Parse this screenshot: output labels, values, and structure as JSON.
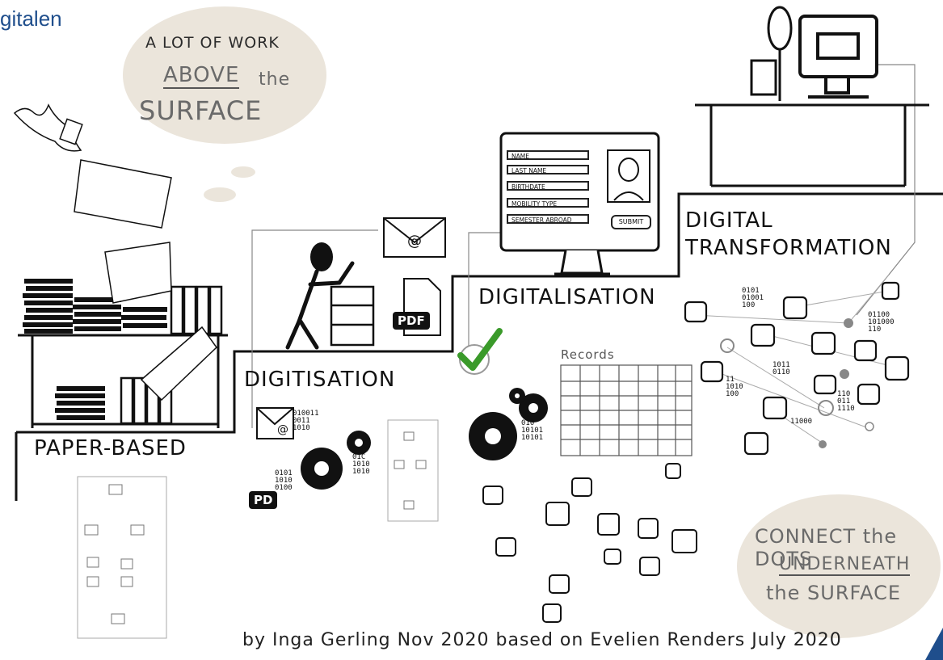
{
  "header": {
    "title_fragment": "gitalen"
  },
  "thought_above": {
    "line1": "A LOT OF WORK",
    "line2": "ABOVE",
    "line2b": "the",
    "line3": "SURFACE"
  },
  "thought_below": {
    "line1": "CONNECT the DOTS",
    "line2": "UNDERNEATH",
    "line3": "the SURFACE"
  },
  "stages": {
    "paper": "PAPER-BASED",
    "digitisation": "DIGITISATION",
    "digitalisation": "DIGITALISATION",
    "transformation_1": "DIGITAL",
    "transformation_2": "TRANSFORMATION"
  },
  "form": {
    "fields": [
      "NAME",
      "LAST NAME",
      "BIRTHDATE",
      "MOBILITY TYPE",
      "SEMESTER ABROAD"
    ],
    "submit": "SUBMIT"
  },
  "records": {
    "title": "Records"
  },
  "pdf_labels": {
    "pdf_large": "PDF",
    "pdf_small": "PD"
  },
  "binary": {
    "b1": "0101\n01001\n100",
    "b2": "01100\n101000\n110",
    "b3": "1011\n0110",
    "b4": "11\n1010\n100",
    "b5": "110\n011\n1110",
    "b6": "11000",
    "b7": "010\n10101\n10101",
    "b8": "010011\n0011\n1010",
    "b9": "01C\n1010\n1010",
    "b10": "0101\n1010\n0100"
  },
  "credit": "by Inga Gerling Nov 2020 based on Evelien Renders July 2020",
  "colors": {
    "cloud": "#ebe5db",
    "check": "#3a9a2a",
    "accent": "#1f4e8c"
  }
}
